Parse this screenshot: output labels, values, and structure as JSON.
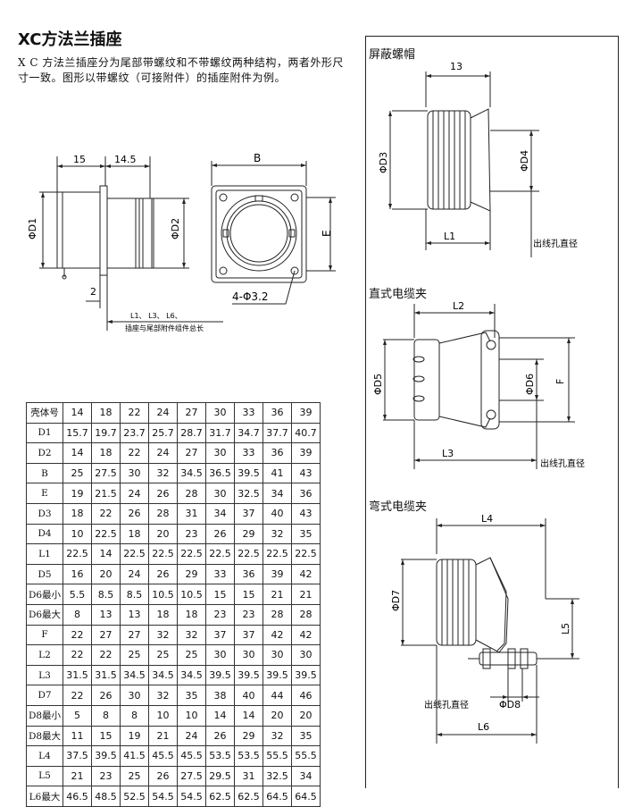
{
  "title": "XC方法兰插座",
  "intro": "X C 方法兰插座分为尾部带螺纹和不带螺纹两种结构，两者外形尺寸一致。图形以带螺纹（可接附件）的插座附件为例。",
  "front_drawing": {
    "dim_15": "15",
    "dim_14_5": "14.5",
    "label_d1": "ΦD1",
    "label_d2": "ΦD2",
    "dim_2": "2",
    "note_line1": "L1、 L3、 L6、",
    "note_line2": "插座与尾部附件组件总长"
  },
  "face_drawing": {
    "label_b": "B",
    "label_e": "E",
    "label_holes": "4-Φ3.2"
  },
  "sections": {
    "shield_cap": {
      "title": "屏蔽螺帽",
      "dim_13": "13",
      "label_d3": "ΦD3",
      "label_d4": "ΦD4",
      "label_l1": "L1",
      "outlet_label": "出线孔直径"
    },
    "straight_clamp": {
      "title": "直式电缆夹",
      "label_l2": "L2",
      "label_d5": "ΦD5",
      "label_d6": "ΦD6",
      "label_f": "F",
      "label_l3": "L3",
      "outlet_label": "出线孔直径"
    },
    "angled_clamp": {
      "title": "弯式电缆夹",
      "label_l4": "L4",
      "label_d7": "ΦD7",
      "label_l5": "L5",
      "outlet_label": "出线孔直径",
      "label_d8": "ΦD8",
      "label_l6": "L6"
    }
  },
  "table": {
    "rows": [
      {
        "label": "壳体号",
        "values": [
          "14",
          "18",
          "22",
          "24",
          "27",
          "30",
          "33",
          "36",
          "39"
        ]
      },
      {
        "label": "D1",
        "values": [
          "15.7",
          "19.7",
          "23.7",
          "25.7",
          "28.7",
          "31.7",
          "34.7",
          "37.7",
          "40.7"
        ]
      },
      {
        "label": "D2",
        "values": [
          "14",
          "18",
          "22",
          "24",
          "27",
          "30",
          "33",
          "36",
          "39"
        ]
      },
      {
        "label": "B",
        "values": [
          "25",
          "27.5",
          "30",
          "32",
          "34.5",
          "36.5",
          "39.5",
          "41",
          "43"
        ]
      },
      {
        "label": "E",
        "values": [
          "19",
          "21.5",
          "24",
          "26",
          "28",
          "30",
          "32.5",
          "34",
          "36"
        ]
      },
      {
        "label": "D3",
        "values": [
          "18",
          "22",
          "26",
          "28",
          "31",
          "34",
          "37",
          "40",
          "43"
        ]
      },
      {
        "label": "D4",
        "values": [
          "10",
          "22.5",
          "18",
          "20",
          "23",
          "26",
          "29",
          "32",
          "35"
        ]
      },
      {
        "label": "L1",
        "values": [
          "22.5",
          "14",
          "22.5",
          "22.5",
          "22.5",
          "22.5",
          "22.5",
          "22.5",
          "22.5"
        ]
      },
      {
        "label": "D5",
        "values": [
          "16",
          "20",
          "24",
          "26",
          "29",
          "33",
          "36",
          "39",
          "42"
        ]
      },
      {
        "label": "D6最小",
        "values": [
          "5.5",
          "8.5",
          "8.5",
          "10.5",
          "10.5",
          "15",
          "15",
          "21",
          "21"
        ]
      },
      {
        "label": "D6最大",
        "values": [
          "8",
          "13",
          "13",
          "18",
          "18",
          "23",
          "23",
          "28",
          "28"
        ]
      },
      {
        "label": "F",
        "values": [
          "22",
          "27",
          "27",
          "32",
          "32",
          "37",
          "37",
          "42",
          "42"
        ]
      },
      {
        "label": "L2",
        "values": [
          "22",
          "22",
          "25",
          "25",
          "25",
          "30",
          "30",
          "30",
          "30"
        ]
      },
      {
        "label": "L3",
        "values": [
          "31.5",
          "31.5",
          "34.5",
          "34.5",
          "34.5",
          "39.5",
          "39.5",
          "39.5",
          "39.5"
        ]
      },
      {
        "label": "D7",
        "values": [
          "22",
          "26",
          "30",
          "32",
          "35",
          "38",
          "40",
          "44",
          "46"
        ]
      },
      {
        "label": "D8最小",
        "values": [
          "5",
          "8",
          "8",
          "10",
          "10",
          "14",
          "14",
          "20",
          "20"
        ]
      },
      {
        "label": "D8最大",
        "values": [
          "11",
          "15",
          "19",
          "21",
          "24",
          "26",
          "29",
          "32",
          "35"
        ]
      },
      {
        "label": "L4",
        "values": [
          "37.5",
          "39.5",
          "41.5",
          "45.5",
          "45.5",
          "53.5",
          "53.5",
          "55.5",
          "55.5"
        ]
      },
      {
        "label": "L5",
        "values": [
          "21",
          "23",
          "25",
          "26",
          "27.5",
          "29.5",
          "31",
          "32.5",
          "34"
        ]
      },
      {
        "label": "L6最大",
        "values": [
          "46.5",
          "48.5",
          "52.5",
          "54.5",
          "54.5",
          "62.5",
          "62.5",
          "64.5",
          "64.5"
        ]
      }
    ]
  }
}
